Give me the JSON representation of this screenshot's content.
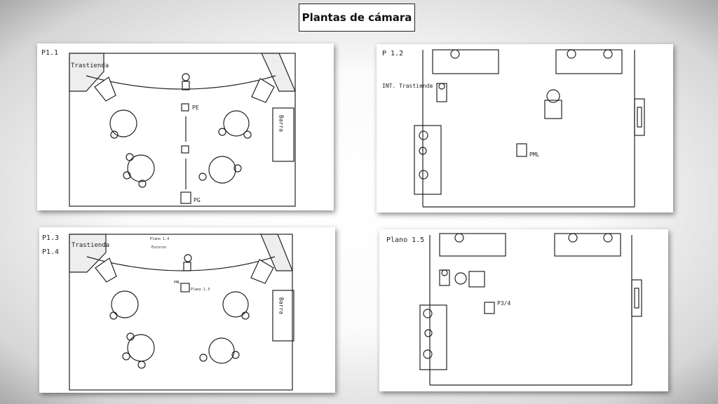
{
  "title": "Plantas de cámara",
  "panels": [
    {
      "label": "P1.1",
      "backroom": "Trastienda",
      "bar": "Barra",
      "cams": [
        "PE",
        "PG"
      ]
    },
    {
      "label": "P 1.2",
      "int": "INT. Trastienda",
      "cam": "PML"
    },
    {
      "label1": "P1.3",
      "label2": "P1.4",
      "backroom": "Trastienda",
      "bar": "Barra",
      "small1": "Plano 1.4",
      "small2": "Escorzo",
      "small3": "PML",
      "small4": "Plano 1.3"
    },
    {
      "label": "Plano 1.5",
      "cam": "P3/4"
    }
  ]
}
